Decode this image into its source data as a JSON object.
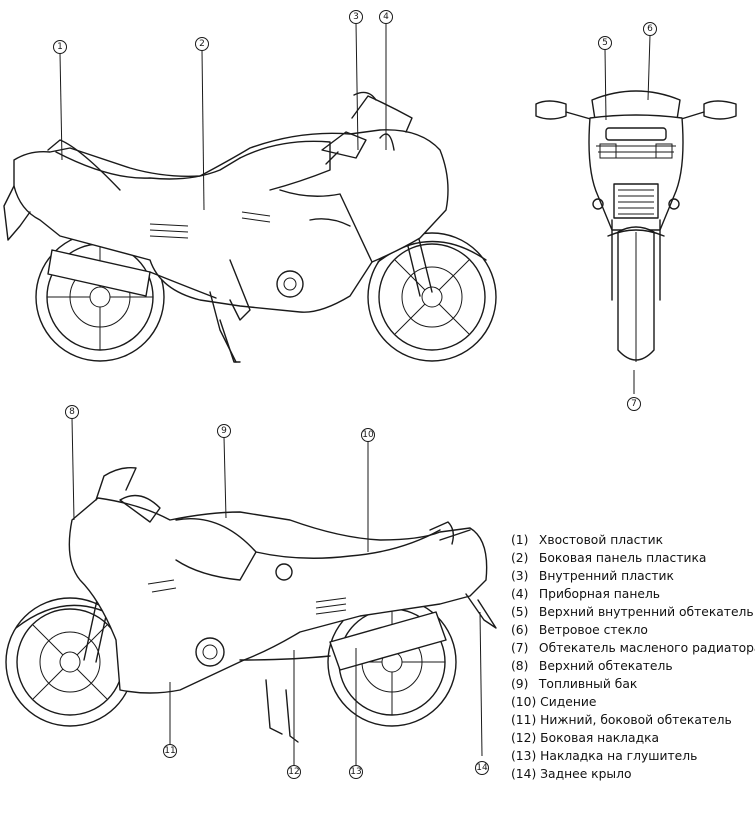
{
  "callouts": [
    "1",
    "2",
    "3",
    "4",
    "5",
    "6",
    "7",
    "8",
    "9",
    "10",
    "11",
    "12",
    "13",
    "14"
  ],
  "legend": [
    {
      "num": "(1)",
      "label": "Хвостовой пластик"
    },
    {
      "num": "(2)",
      "label": "Боковая панель пластика"
    },
    {
      "num": "(3)",
      "label": "Внутренний пластик"
    },
    {
      "num": "(4)",
      "label": "Приборная панель"
    },
    {
      "num": "(5)",
      "label": "Верхний внутренний обтекатель"
    },
    {
      "num": "(6)",
      "label": "Ветровое стекло"
    },
    {
      "num": "(7)",
      "label": "Обтекатель масленого радиатора"
    },
    {
      "num": "(8)",
      "label": "Верхний обтекатель"
    },
    {
      "num": "(9)",
      "label": "Топливный бак"
    },
    {
      "num": "(10)",
      "label": "Сидение"
    },
    {
      "num": "(11)",
      "label": "Нижний, боковой обтекатель"
    },
    {
      "num": "(12)",
      "label": "Боковая накладка"
    },
    {
      "num": "(13)",
      "label": "Накладка на глушитель"
    },
    {
      "num": "(14)",
      "label": "Заднее крыло"
    }
  ]
}
